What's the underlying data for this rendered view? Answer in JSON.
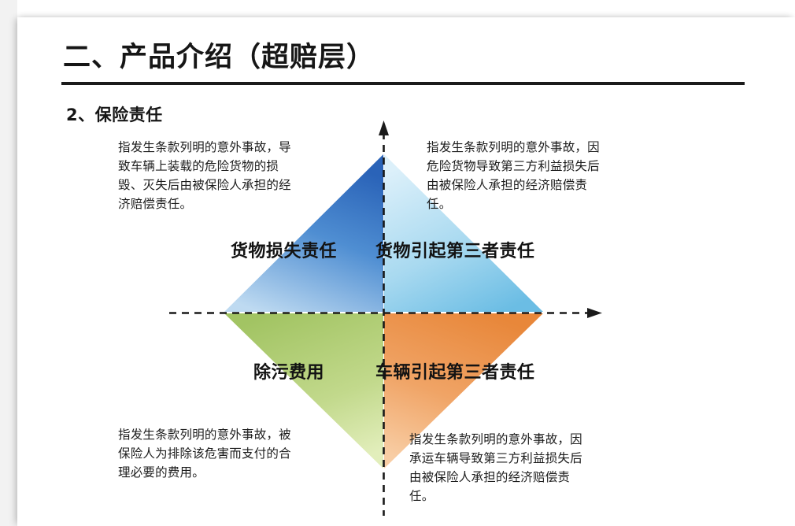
{
  "slide": {
    "title": "二、产品介绍（超赔层）",
    "subtitle": "2、保险责任"
  },
  "diagram": {
    "type": "four-quadrant-diamond",
    "axes": {
      "vertical_arrow": "up-arrow-icon",
      "horizontal_arrow": "right-arrow-icon",
      "style": "dashed"
    },
    "quadrants": [
      {
        "position": "top-left",
        "label": "货物损失责任",
        "description": "指发生条款列明的意外事故，导致车辆上装载的危险货物的损毁、灭失后由被保险人承担的经济赔偿责任。",
        "color_top": "#2f6fc4",
        "color_bottom": "#bcd9f0"
      },
      {
        "position": "top-right",
        "label": "货物引起第三者责任",
        "description": "指发生条款列明的意外事故，因危险货物导致第三方利益损失后由被保险人承担的经济赔偿责任。",
        "color_top": "#d9eef8",
        "color_bottom": "#7cc3e8"
      },
      {
        "position": "bottom-left",
        "label": "除污费用",
        "description": "指发生条款列明的意外事故，被保险人为排除该危害而支付的合理必要的费用。",
        "color_top": "#a8c86a",
        "color_bottom": "#d9e8a8"
      },
      {
        "position": "bottom-right",
        "label": "车辆引起第三者责任",
        "description": "指发生条款列明的意外事故，因承运车辆导致第三方利益损失后由被保险人承担的经济赔偿责任。",
        "color_top": "#ea8a3c",
        "color_bottom": "#f7c79a"
      }
    ]
  },
  "colors": {
    "text": "#161616",
    "rule": "#1b1b1b",
    "background": "#ffffff"
  }
}
